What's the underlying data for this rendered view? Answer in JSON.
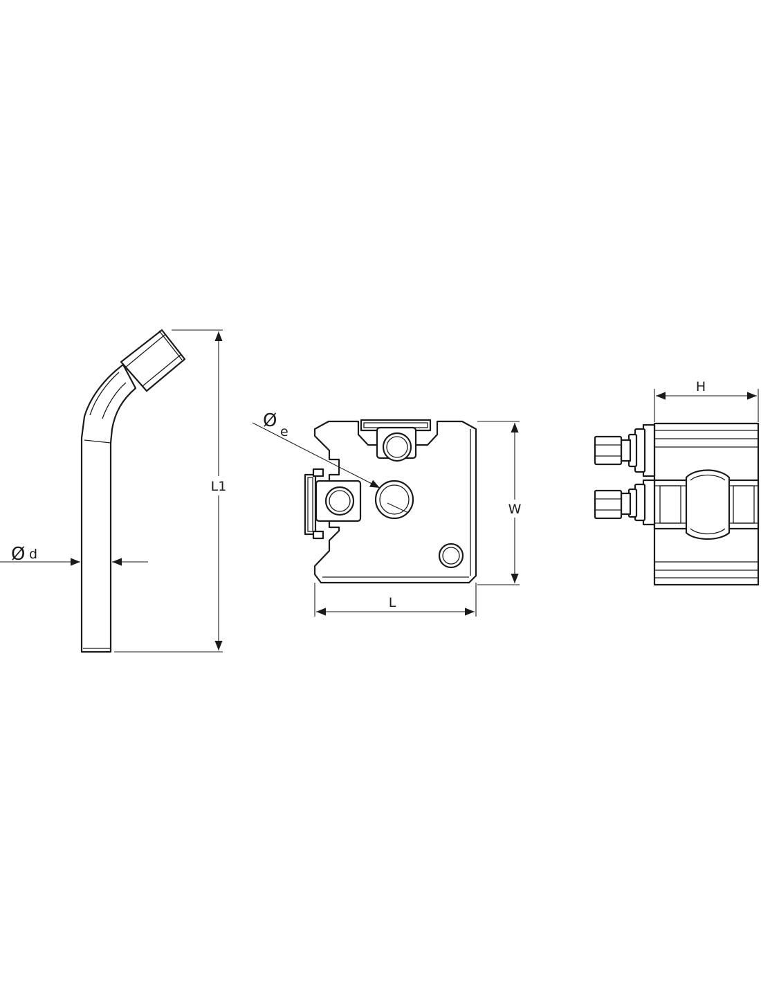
{
  "views": {
    "bent_tube": {
      "length_label": "L1",
      "diameter_symbol": "Ø",
      "diameter_label": "d"
    },
    "plate": {
      "hole_symbol": "Ø",
      "hole_label": "e",
      "width_label": "W",
      "length_label": "L"
    },
    "side": {
      "height_label": "H"
    }
  }
}
